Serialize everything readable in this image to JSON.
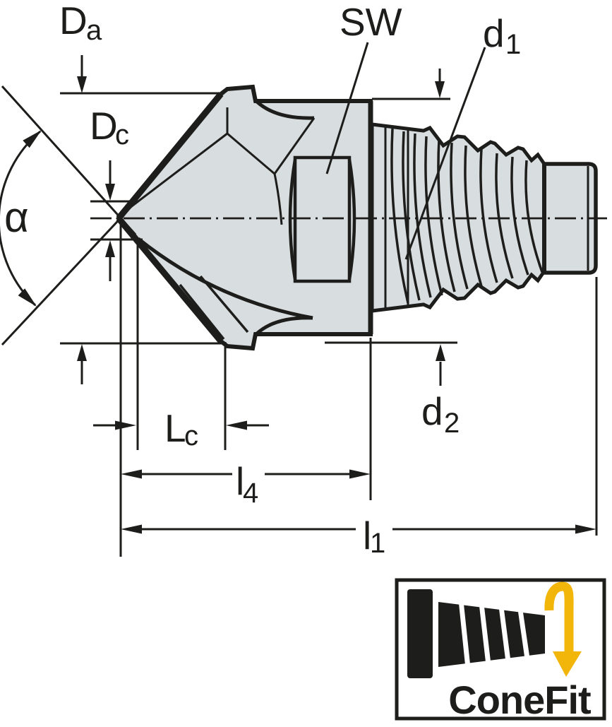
{
  "figure": {
    "type": "technical-drawing",
    "description": "Chamfer milling head side view with dimension annotations and ConeFit interface badge"
  },
  "labels": {
    "Da": {
      "base": "D",
      "sub": "a"
    },
    "Dc": {
      "base": "D",
      "sub": "c"
    },
    "SW": {
      "base": "SW"
    },
    "alpha": {
      "base": "α"
    },
    "d1": {
      "base": "d",
      "sub": "1"
    },
    "d2": {
      "base": "d",
      "sub": "2"
    },
    "Lc": {
      "base": "L",
      "sub": "c"
    },
    "l4": {
      "base": "l",
      "sub": "4"
    },
    "l1": {
      "base": "l",
      "sub": "1"
    }
  },
  "badge": {
    "label": "ConeFit"
  },
  "colors": {
    "line": "#1d1d1b",
    "tool_fill": "#d8dde0",
    "accent_yellow": "#f2b50a",
    "background": "#ffffff"
  }
}
